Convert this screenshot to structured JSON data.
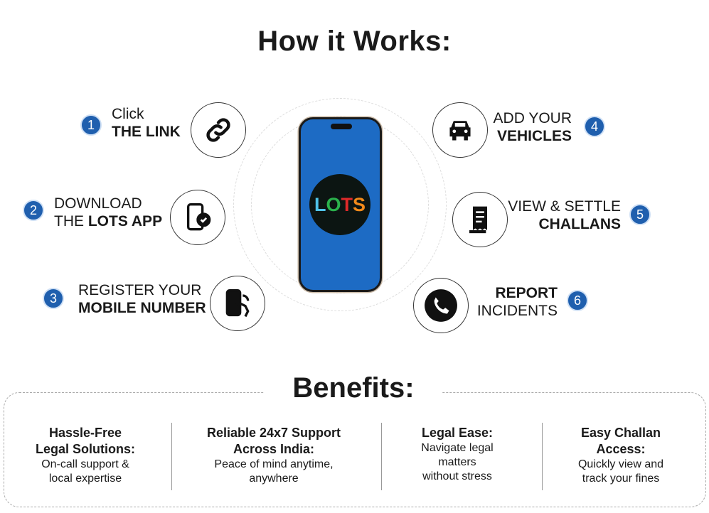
{
  "title": "How it Works:",
  "steps": [
    {
      "num": "1",
      "line1": "Click",
      "line2": "THE LINK",
      "icon": "link-icon"
    },
    {
      "num": "2",
      "line1": "DOWNLOAD",
      "line2a": "THE ",
      "line2b": "LOTS APP",
      "icon": "phone-check-icon"
    },
    {
      "num": "3",
      "line1": "REGISTER YOUR",
      "line2": "MOBILE NUMBER",
      "icon": "phone-touch-icon"
    },
    {
      "num": "4",
      "line1": "ADD YOUR",
      "line2": "VEHICLES",
      "icon": "car-icon"
    },
    {
      "num": "5",
      "line1": "VIEW & SETTLE",
      "line2": "CHALLANS",
      "icon": "receipt-icon"
    },
    {
      "num": "6",
      "line1": "REPORT",
      "line2": "INCIDENTS",
      "icon": "phone-call-icon"
    }
  ],
  "logo": {
    "letters": [
      "L",
      "O",
      "T",
      "S"
    ],
    "colors": [
      "#4fc3e8",
      "#2bb24c",
      "#e02a2a",
      "#f28a1a"
    ]
  },
  "benefits": {
    "title": "Benefits:",
    "items": [
      {
        "h1": "Hassle-Free",
        "h2": "Legal Solutions:",
        "d1": "On-call support &",
        "d2": "local expertise"
      },
      {
        "h1": "Reliable 24x7 Support",
        "h2": "Across India:",
        "d1": "Peace of mind anytime,",
        "d2": "anywhere"
      },
      {
        "h1": "Legal Ease:",
        "d1": "Navigate legal",
        "d2": "matters",
        "d3": "without stress"
      },
      {
        "h1": "Easy Challan",
        "h2": "Access:",
        "d1": "Quickly view and",
        "d2": "track your fines"
      }
    ]
  },
  "colors": {
    "accent": "#1f5fae",
    "phone": "#1d6bc4"
  }
}
